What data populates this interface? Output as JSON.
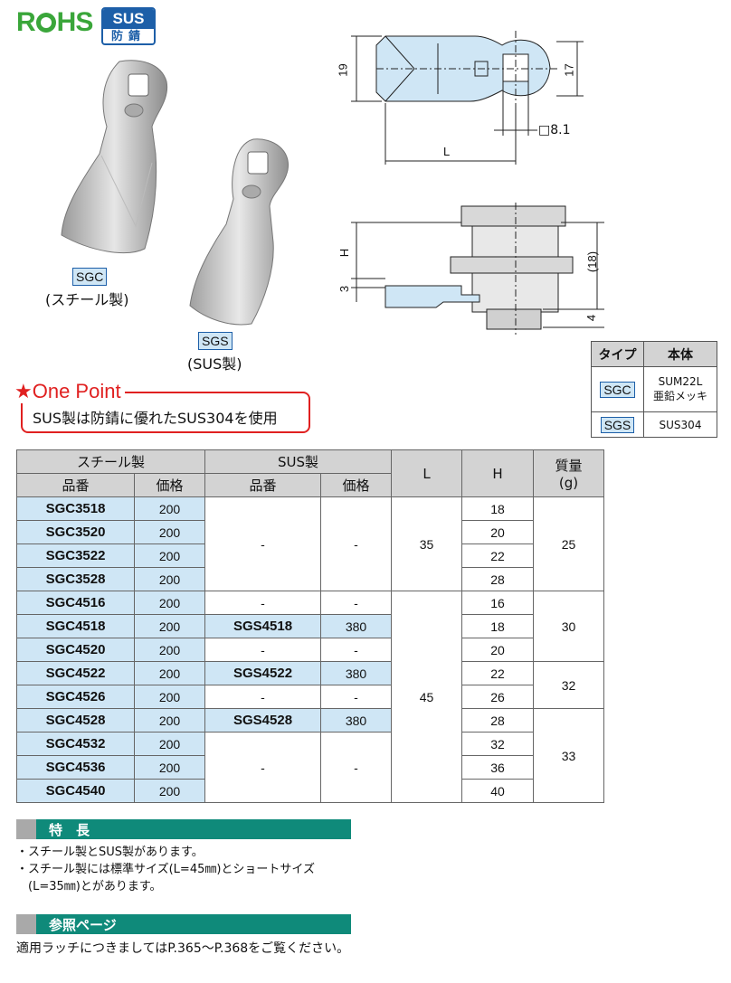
{
  "badges": {
    "rohs": "RoHS",
    "rohs_r": "R",
    "rohs_hs": "HS",
    "sus_top": "SUS",
    "sus_bottom": "防錆"
  },
  "products": [
    {
      "code": "SGC",
      "caption": "(スチール製)"
    },
    {
      "code": "SGS",
      "caption": "(SUS製)"
    }
  ],
  "dimensions": {
    "top_left": "19",
    "top_right": "17",
    "square": "□8.1",
    "length": "L",
    "height": "H",
    "three": "3",
    "eighteen": "(18)",
    "four": "4"
  },
  "material_table": {
    "headers": [
      "タイプ",
      "本体"
    ],
    "rows": [
      {
        "type": "SGC",
        "body_line1": "SUM22L",
        "body_line2": "亜鉛メッキ"
      },
      {
        "type": "SGS",
        "body_line1": "SUS304",
        "body_line2": ""
      }
    ]
  },
  "one_point": {
    "title": "★One Point",
    "text": "SUS製は防錆に優れたSUS304を使用"
  },
  "main_table": {
    "group_headers": {
      "steel": "スチール製",
      "sus": "SUS製",
      "L": "L",
      "H": "H",
      "weight": "質量",
      "weight_unit": "(g)"
    },
    "sub_headers": {
      "code": "品番",
      "price": "価格"
    },
    "steel_codes": [
      "SGC3518",
      "SGC3520",
      "SGC3522",
      "SGC3528",
      "SGC4516",
      "SGC4518",
      "SGC4520",
      "SGC4522",
      "SGC4526",
      "SGC4528",
      "SGC4532",
      "SGC4536",
      "SGC4540"
    ],
    "steel_price": "200",
    "sus_rows": [
      {
        "code": "-",
        "price": "-"
      },
      {
        "code": "-",
        "price": "-"
      },
      {
        "code": "SGS4518",
        "price": "380"
      },
      {
        "code": "-",
        "price": "-"
      },
      {
        "code": "SGS4522",
        "price": "380"
      },
      {
        "code": "-",
        "price": "-"
      },
      {
        "code": "SGS4528",
        "price": "380"
      },
      {
        "code": "-",
        "price": "-"
      }
    ],
    "L_values": [
      "35",
      "45"
    ],
    "H_values": [
      "18",
      "20",
      "22",
      "28",
      "16",
      "18",
      "20",
      "22",
      "26",
      "28",
      "32",
      "36",
      "40"
    ],
    "weights": [
      "25",
      "30",
      "32",
      "33"
    ]
  },
  "features": {
    "title": "特　長",
    "lines": [
      "・スチール製とSUS製があります。",
      "・スチール製には標準サイズ(L=45㎜)とショートサイズ",
      "　(L=35㎜)とがあります。"
    ]
  },
  "reference": {
    "title": "参照ページ",
    "text": "適用ラッチにつきましてはP.365～P.368をご覧ください。"
  }
}
